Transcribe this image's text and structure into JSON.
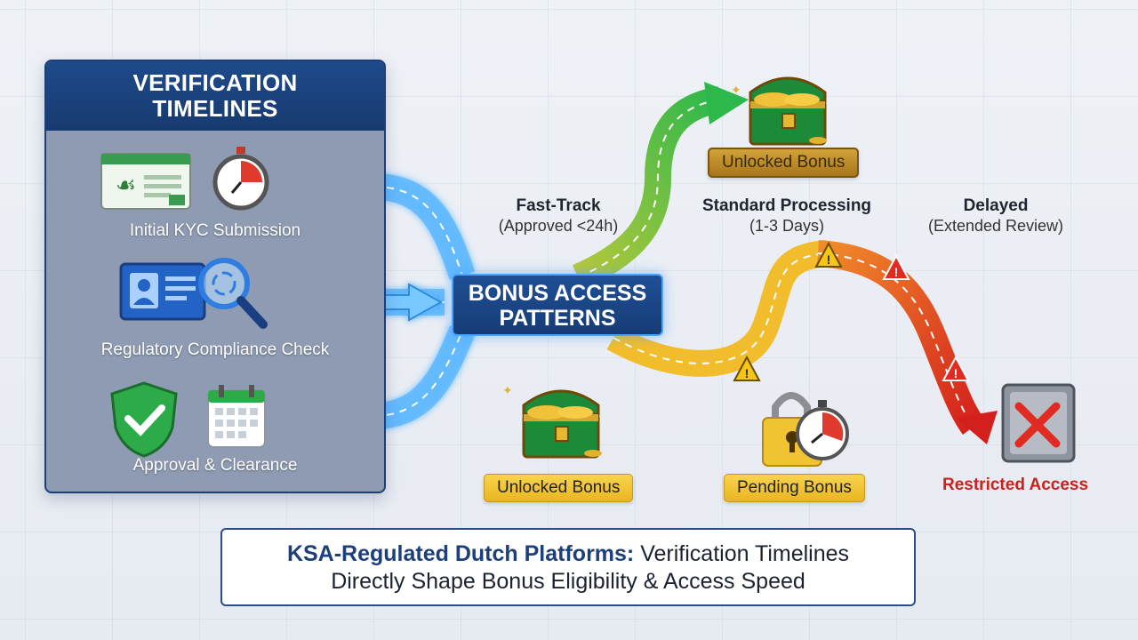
{
  "panel": {
    "title_line1": "VERIFICATION",
    "title_line2": "TIMELINES",
    "steps": [
      {
        "label": "Initial KYC Submission",
        "icons": [
          "id-card-icon",
          "stopwatch-icon"
        ]
      },
      {
        "label": "Regulatory Compliance Check",
        "icons": [
          "profile-screen-icon",
          "magnifier-icon"
        ]
      },
      {
        "label": "Approval & Clearance",
        "icons": [
          "shield-check-icon",
          "calendar-icon"
        ]
      }
    ]
  },
  "center": {
    "line1": "BONUS ACCESS",
    "line2": "PATTERNS"
  },
  "paths": [
    {
      "title": "Fast-Track",
      "subtitle": "(Approved <24h)",
      "color": "#2fb34a"
    },
    {
      "title": "Standard Processing",
      "subtitle": "(1-3 Days)",
      "color": "#f0b92a"
    },
    {
      "title": "Delayed",
      "subtitle": "(Extended Review)",
      "color": "#d9261f"
    }
  ],
  "outcomes": {
    "fast_track": "Unlocked Bonus",
    "upper_unlocked": "Unlocked Bonus",
    "standard": "Pending Bonus",
    "delayed": "Restricted Access"
  },
  "footer": {
    "highlight": "KSA-Regulated Dutch Platforms:",
    "line1_rest": " Verification Timelines",
    "line2": "Directly Shape Bonus Eligibility & Access Speed"
  },
  "colors": {
    "navy": "#1c3f78",
    "blue_flow": "#4aa8ff",
    "green": "#2fb34a",
    "yellow": "#f0b92a",
    "red": "#d9261f"
  }
}
